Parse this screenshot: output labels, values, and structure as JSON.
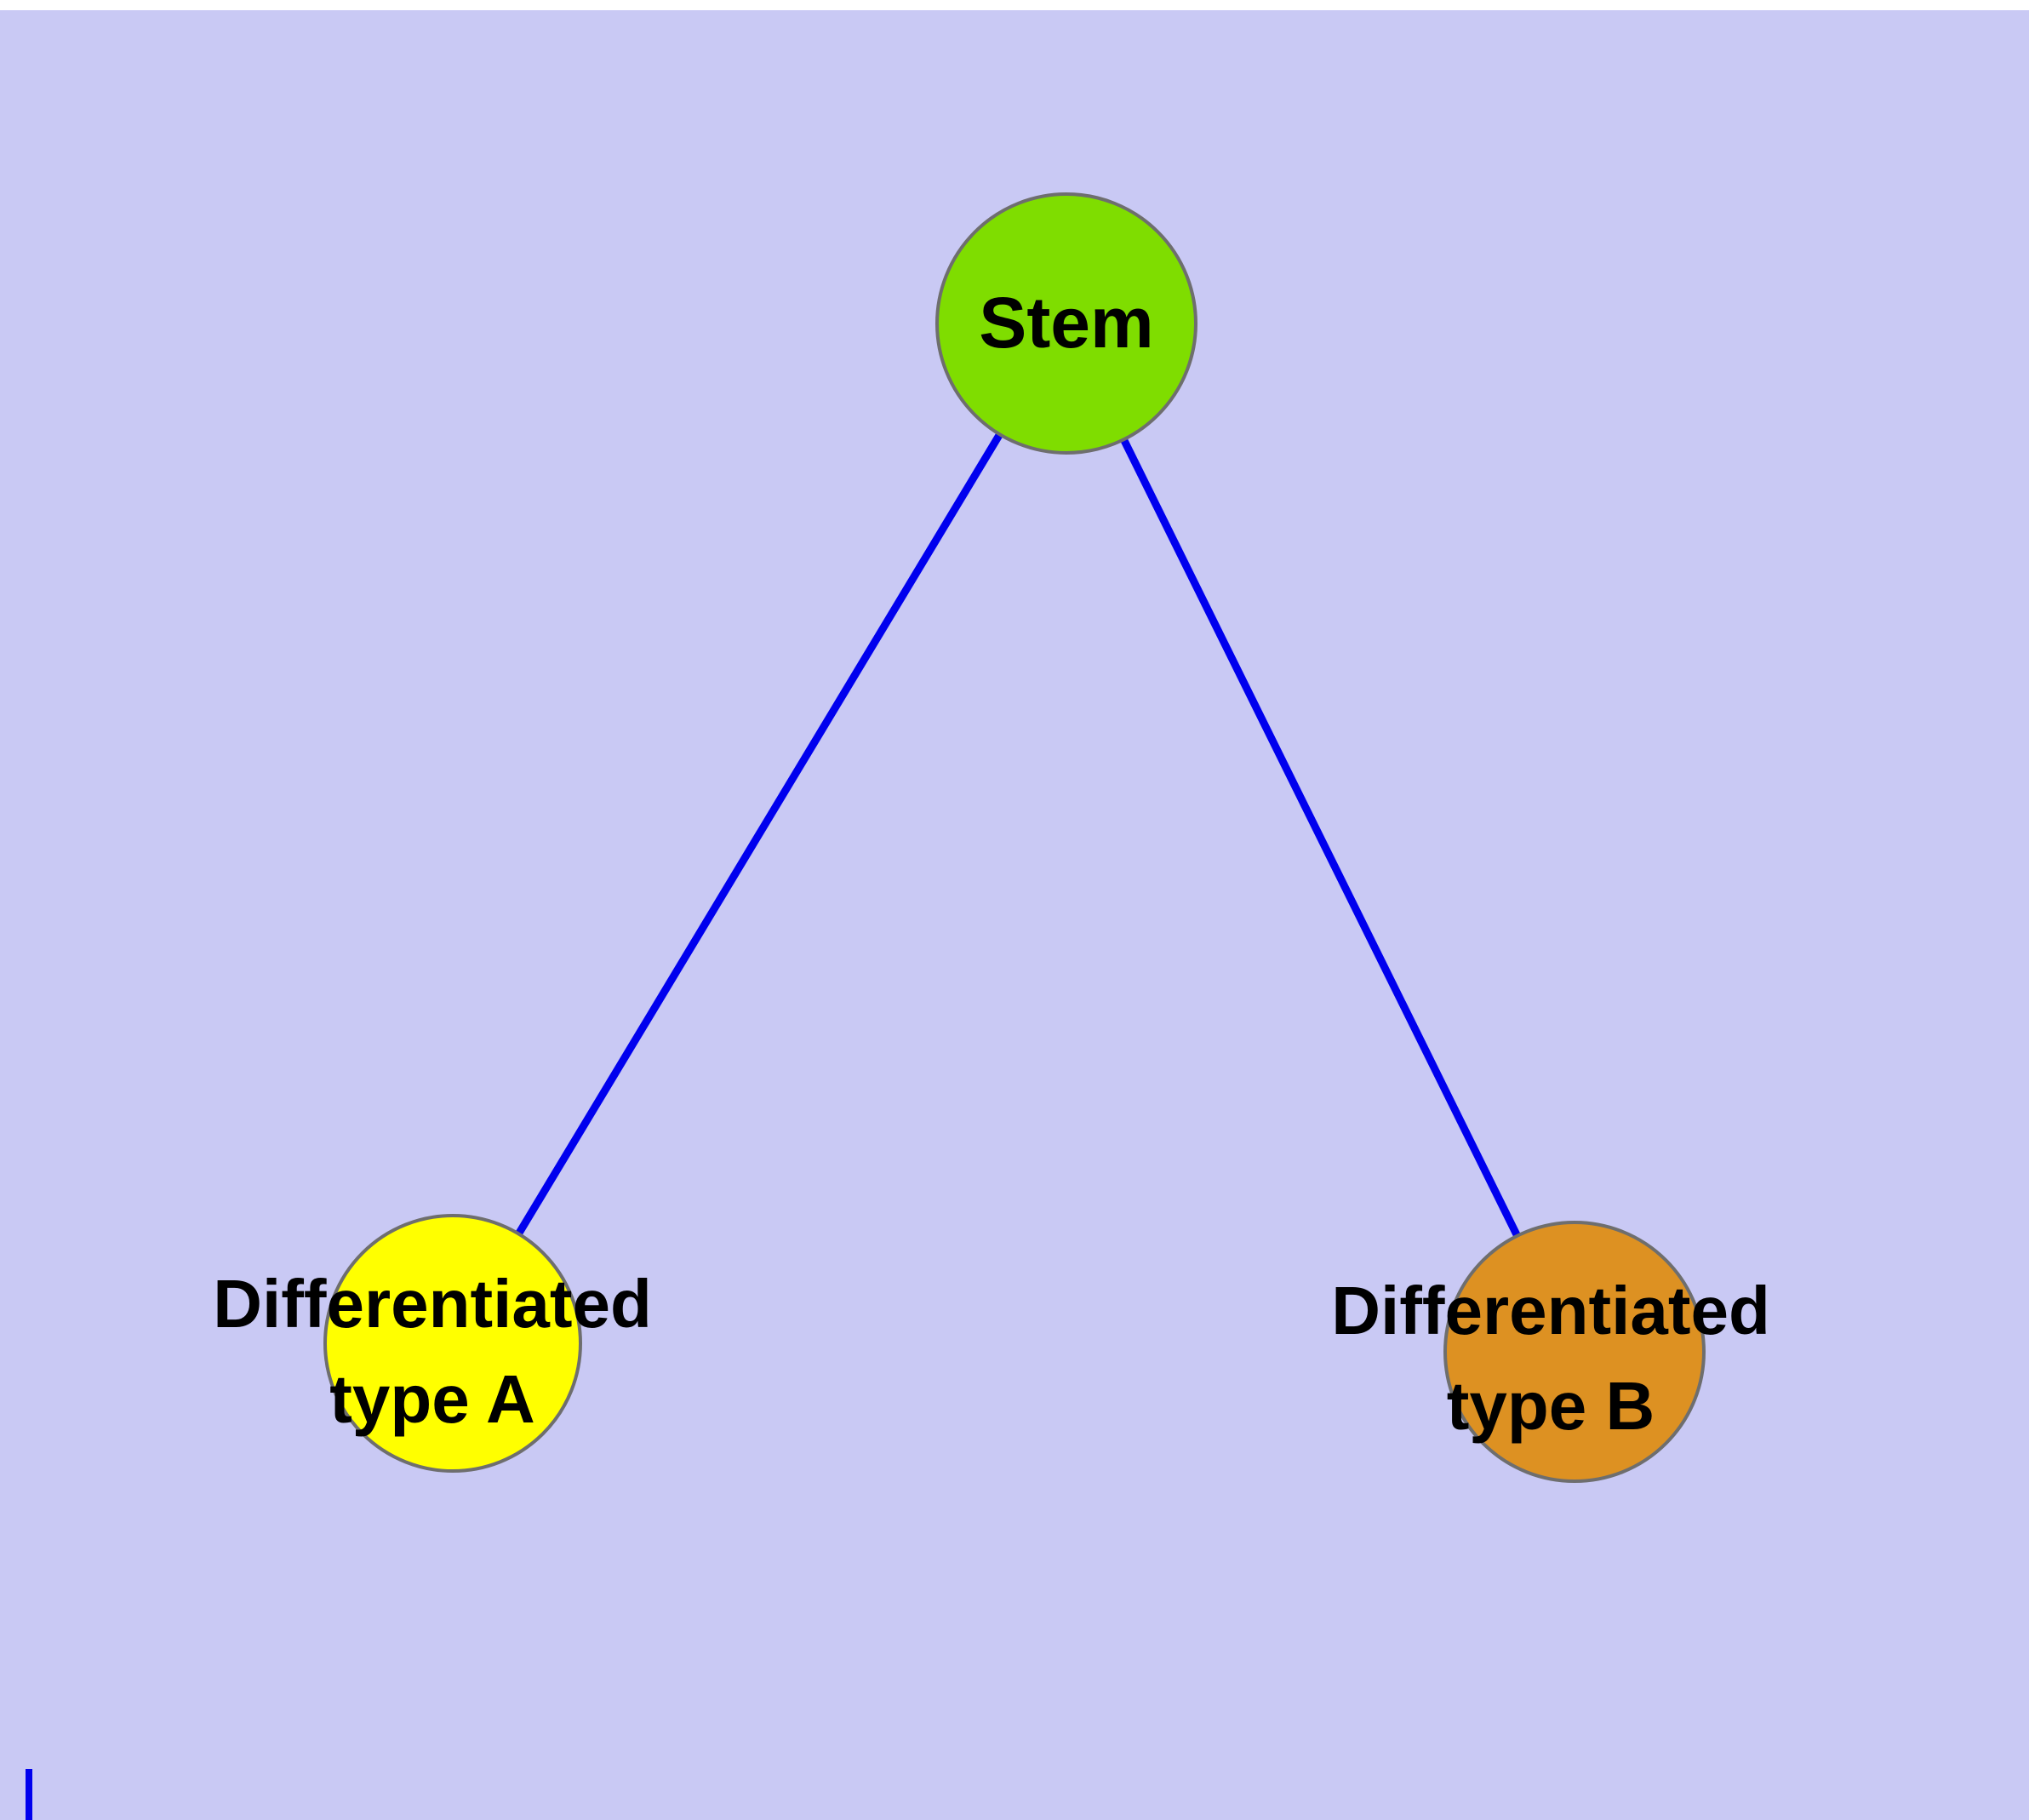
{
  "colors": {
    "background": "#c9c9f4",
    "top_strip": "#ffffff",
    "edge": "#0000ee",
    "node_border": "#6e6e6e",
    "label_text": "#000000",
    "stem_fill": "#7fdd00",
    "type_a_fill": "#ffff00",
    "type_b_fill": "#dd9122"
  },
  "nodes": {
    "stem": {
      "label": "Stem"
    },
    "type_a": {
      "line1": "Differentiated",
      "line2": "type A"
    },
    "type_b": {
      "line1": "Differentiated",
      "line2": "type B"
    }
  },
  "edges": [
    {
      "from": "Stem",
      "to": "Differentiated type A"
    },
    {
      "from": "Stem",
      "to": "Differentiated type B"
    }
  ]
}
